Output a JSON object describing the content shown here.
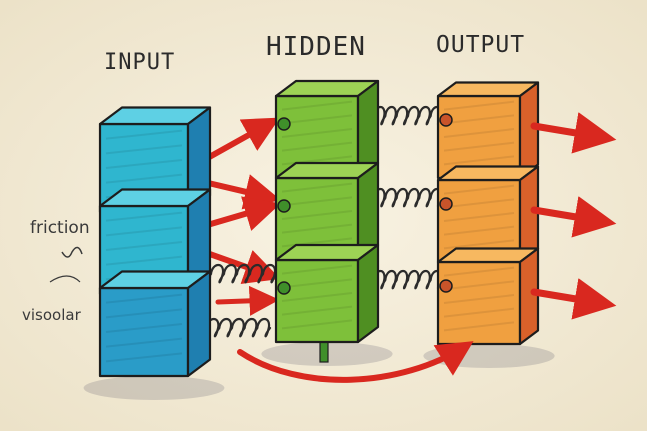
{
  "headings": {
    "input": "INPUT",
    "hidden": "HIDDEN",
    "output": "OUTPUT"
  },
  "annotations": {
    "friction": "friction",
    "viscosity": "visoolar"
  },
  "layers": [
    {
      "name": "input",
      "nodes": 3,
      "color": "#2fb6cf",
      "color_dark": "#1f7fb0"
    },
    {
      "name": "hidden",
      "nodes": 3,
      "color": "#7ec03a",
      "color_dark": "#4f8f22"
    },
    {
      "name": "output",
      "nodes": 3,
      "color": "#f0a040",
      "color_dark": "#d9612a"
    }
  ],
  "colors": {
    "background": "#f3ecd9",
    "arrow": "#d9281f",
    "spring": "#2b2b2b",
    "outline": "#1d1d1d"
  },
  "icons": {
    "node": "cube-icon",
    "connection": "arrow-icon",
    "coupling": "spring-icon"
  }
}
